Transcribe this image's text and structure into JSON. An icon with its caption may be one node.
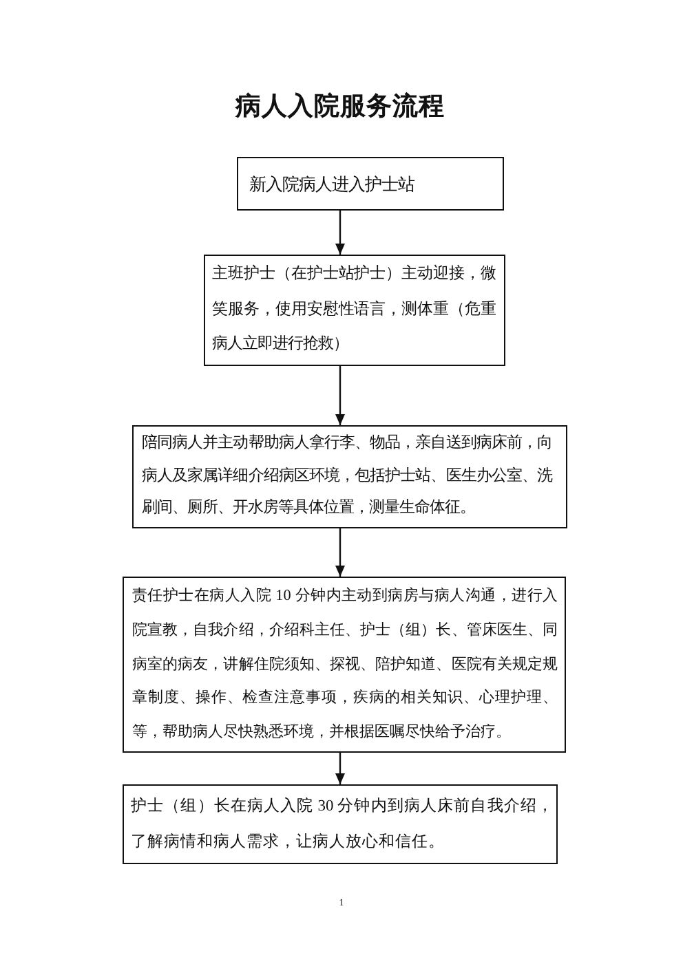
{
  "diagram": {
    "title": "病人入院服务流程",
    "nodes": [
      {
        "text": [
          "新入院病人进入护士站"
        ]
      },
      {
        "text": [
          "主班护士（在护士站护士）主动迎接，微笑服务，使用安慰性语言，测体重（危重病人立即进行抢救）"
        ]
      },
      {
        "text": [
          "陪同病人并主动帮助病人拿行李、物品，亲自送到病床前，向病人及家属详细介绍病区环境，包括护士站、医生办公室、洗刷间、厕所、开水房等具体位置，测量生命体征。"
        ]
      },
      {
        "text": [
          "责任护士在病人入院 10 分钟内主动到病房与病人沟通，进行入院宣教，自我介绍，介绍科主任、护士（组）长、管床医生、同病室的病友，讲解住院须知、探视、陪护知道、医院有关规定规章制度、操作、检查注意事项，疾病的相关知识、心理护理、等，帮助病人尽快熟悉环境，并根据医嘱尽快给予治疗。"
        ]
      },
      {
        "text": [
          "护士（组）长在病人入院 30 分钟内到病人床前自我介绍，了解病情和病人需求，让病人放心和信任。"
        ]
      }
    ],
    "edges": [
      {
        "from": 0,
        "to": 1,
        "arrow": "to"
      },
      {
        "from": 1,
        "to": 2,
        "arrow": "to"
      },
      {
        "from": 2,
        "to": 3,
        "arrow": "to"
      },
      {
        "from": 3,
        "to": 4,
        "arrow": "to"
      }
    ],
    "labels": [
      "1"
    ]
  }
}
